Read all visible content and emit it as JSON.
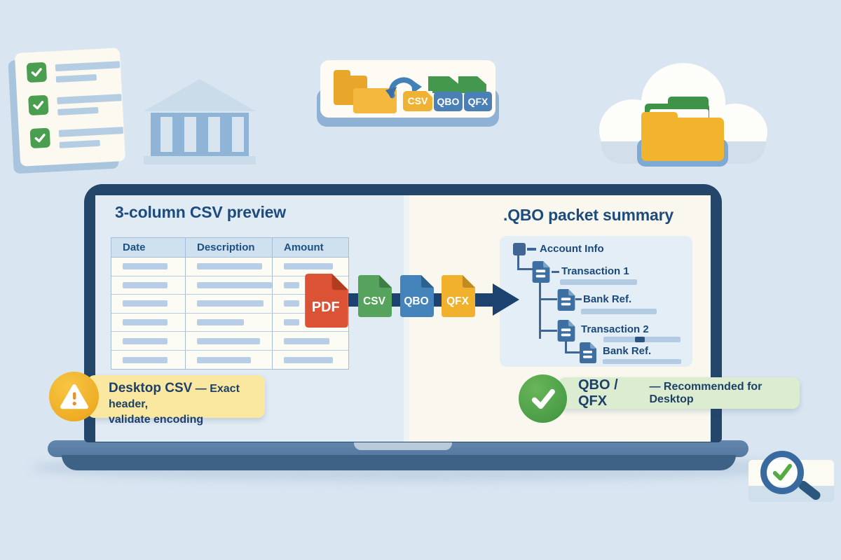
{
  "colors": {
    "background": "#d9e5f1",
    "navy_text": "#1e4066",
    "laptop_frame": "#24466b",
    "arrow": "#1d4270",
    "left_screen": "#e1ebf4",
    "right_screen": "#faf8ee",
    "placeholder_bar": "#b7cee6",
    "warning_bg": "#fbe8a0",
    "warning_icon": "#efae26",
    "success_bg": "#dcecd1",
    "success_icon": "#4b9d47",
    "check_green": "#4a9e50"
  },
  "checklist": {
    "item_count": 3
  },
  "conversion_card": {
    "csv": "CSV",
    "qbo": "QBO",
    "qfx": "QFX"
  },
  "screen": {
    "left": {
      "title": "3-column CSV preview",
      "table": {
        "headers": [
          "Date",
          "Description",
          "Amount"
        ],
        "row_bar_widths": [
          [
            64,
            93,
            70
          ],
          [
            64,
            110,
            22
          ],
          [
            64,
            95,
            22
          ],
          [
            64,
            67,
            22
          ],
          [
            64,
            90,
            65
          ],
          [
            64,
            77,
            70
          ]
        ]
      }
    },
    "right": {
      "title": ".QBO packet summary",
      "tree": {
        "root": "Account Info",
        "nodes": [
          "Transaction 1",
          "Bank Ref.",
          "Transaction 2",
          "Bank Ref."
        ]
      }
    }
  },
  "flow_files": [
    {
      "label": "PDF",
      "color": "#dc5234",
      "fold": "#b23c1f"
    },
    {
      "label": "CSV",
      "color": "#55a35c",
      "fold": "#3e7d45"
    },
    {
      "label": "QBO",
      "color": "#4484ba",
      "fold": "#2c6290"
    },
    {
      "label": "QFX",
      "color": "#f1b12d",
      "fold": "#c18c1d"
    }
  ],
  "tree_icon": {
    "body": "#3d6fa3",
    "fold": "#7ea3c9"
  },
  "callouts": {
    "warning": {
      "title": "Desktop CSV",
      "rest1": "— Exact header,",
      "line2": "validate encoding"
    },
    "success": {
      "title": "QBO / QFX",
      "rest": "— Recommended for Desktop"
    }
  }
}
